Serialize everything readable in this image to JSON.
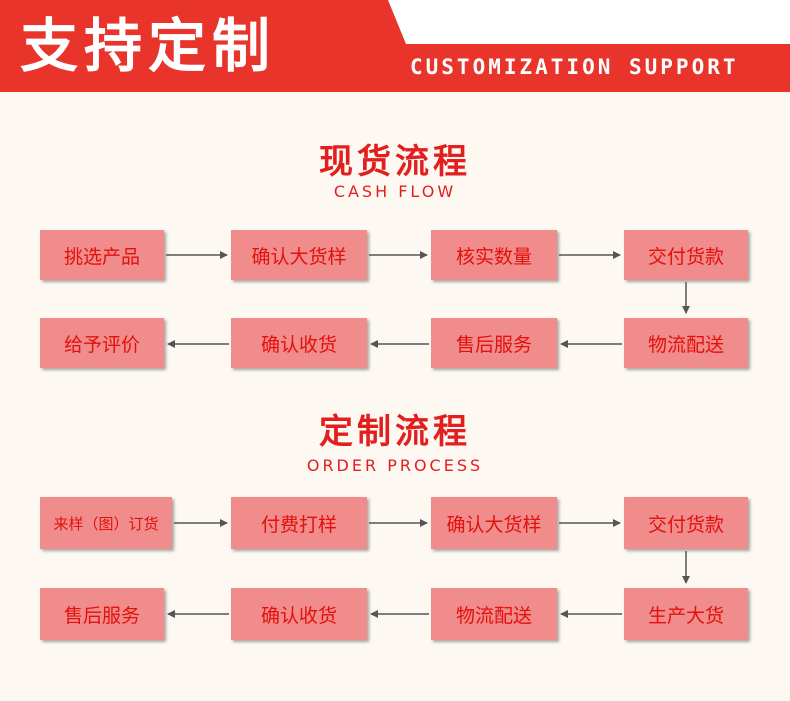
{
  "header": {
    "title": "支持定制",
    "subtitle": "CUSTOMIZATION SUPPORT"
  },
  "cash_flow": {
    "title": "现货流程",
    "subtitle": "CASH FLOW",
    "steps": [
      "挑选产品",
      "确认大货样",
      "核实数量",
      "交付货款",
      "物流配送",
      "售后服务",
      "确认收货",
      "给予评价"
    ]
  },
  "order_process": {
    "title": "定制流程",
    "subtitle": "ORDER PROCESS",
    "steps": [
      "来样（图）订货",
      "付费打样",
      "确认大货样",
      "交付货款",
      "生产大货",
      "物流配送",
      "确认收货",
      "售后服务"
    ]
  },
  "colors": {
    "banner": "#e8342b",
    "box_fill": "#f08c8c",
    "box_text": "#e3100c",
    "section_title": "#e31e1e",
    "arrow": "#555555"
  }
}
